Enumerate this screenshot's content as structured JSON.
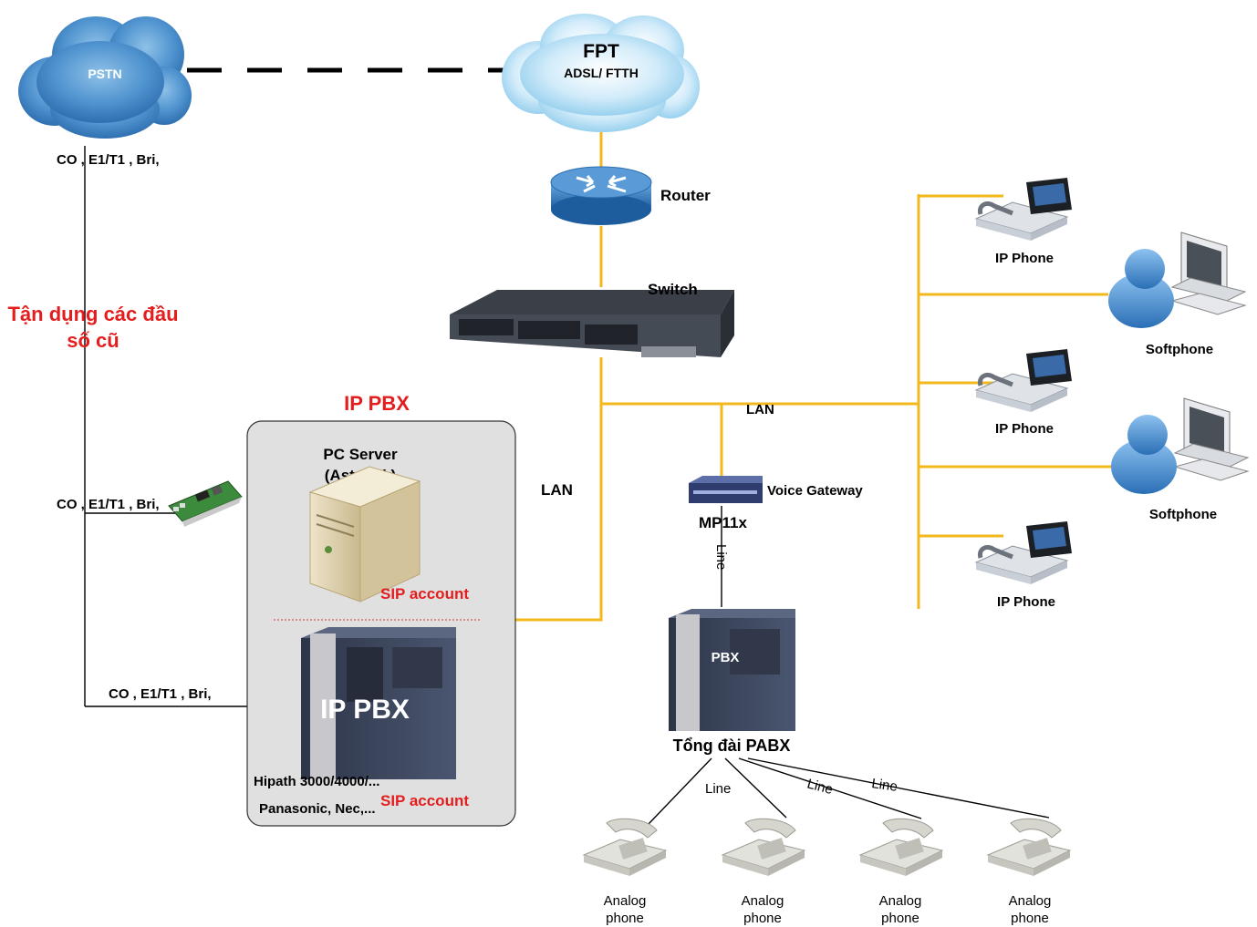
{
  "clouds": {
    "pstn": "PSTN",
    "fpt_title": "FPT",
    "fpt_sub": "ADSL/ FTTH"
  },
  "trunks": {
    "top": "CO , E1/T1 , Bri,",
    "middle": "CO , E1/T1 , Bri,",
    "bottom": "CO , E1/T1 , Bri,"
  },
  "reuse_note": {
    "line1": "Tận dụng các đầu",
    "line2": "số cũ"
  },
  "network": {
    "router": "Router",
    "switch": "Switch",
    "lan_horizontal": "LAN",
    "lan_vertical": "LAN"
  },
  "ippbx": {
    "title": "IP PBX",
    "server_line1": "PC Server",
    "server_line2": "(Asterisk)",
    "sip_account_top": "SIP account",
    "cabinet_text": "IP PBX",
    "models_line1": "Hipath 3000/4000/...",
    "models_line2": "Panasonic, Nec,...",
    "sip_account_bottom": "SIP account"
  },
  "gateway": {
    "name": "Voice Gateway",
    "model": "MP11x",
    "link": "Line"
  },
  "pabx": {
    "cabinet_text": "PBX",
    "label": "Tổng đài PABX",
    "line_labels": [
      "Line",
      "Line",
      "Line"
    ]
  },
  "endpoints": {
    "ip_phone": [
      "IP Phone",
      "IP Phone",
      "IP Phone"
    ],
    "softphone": [
      "Softphone",
      "Softphone"
    ]
  },
  "analog_phones": [
    {
      "line1": "Analog",
      "line2": "phone"
    },
    {
      "line1": "Analog",
      "line2": "phone"
    },
    {
      "line1": "Analog",
      "line2": "phone"
    },
    {
      "line1": "Analog",
      "line2": "phone"
    }
  ],
  "colors": {
    "lan_link": "#f2b81c",
    "highlight_red": "#e41e1e",
    "cloud_blue": "#4f93cf",
    "cloud_light": "#b6dcf4"
  }
}
